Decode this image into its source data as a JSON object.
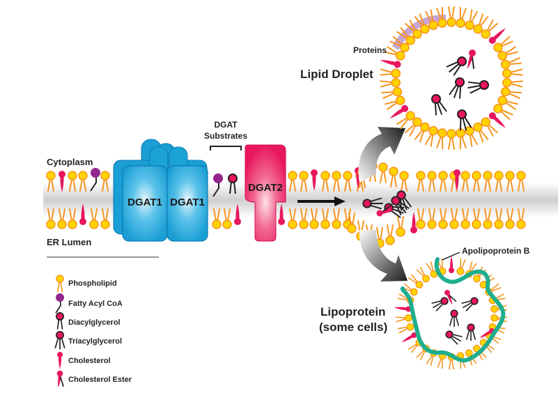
{
  "diagram": {
    "title": "DGAT enzymes in triacylglycerol synthesis and lipid droplet / lipoprotein formation",
    "compartments": {
      "cytoplasm": "Cytoplasm",
      "er_lumen": "ER Lumen"
    },
    "enzymes": {
      "dgat1_left": "DGAT1",
      "dgat1_right": "DGAT1",
      "dgat2": "DGAT2"
    },
    "substrates_label_line1": "DGAT",
    "substrates_label_line2": "Substrates",
    "lipid_droplet": {
      "title": "Lipid Droplet",
      "proteins_label": "Proteins"
    },
    "lipoprotein": {
      "title_line1": "Lipoprotein",
      "title_line2": "(some cells)",
      "apob_label": "Apolipoprotein B"
    },
    "legend": [
      {
        "icon": "phospholipid-icon",
        "label": "Phospholipid"
      },
      {
        "icon": "fatty-acyl-coa-icon",
        "label": "Fatty Acyl CoA"
      },
      {
        "icon": "diacylglycerol-icon",
        "label": "Diacylglycerol"
      },
      {
        "icon": "triacylglycerol-icon",
        "label": "Triacylglycerol"
      },
      {
        "icon": "cholesterol-icon",
        "label": "Cholesterol"
      },
      {
        "icon": "cholesterol-ester-icon",
        "label": "Cholesterol Ester"
      }
    ],
    "colors": {
      "phospholipid_head": "#ffd200",
      "phospholipid_rim": "#f7941d",
      "phospholipid_tail": "#f7941d",
      "cholesterol": "#e8175d",
      "fatty_acyl_coa": "#92278f",
      "dag_tag_line": "#231f20",
      "dgat1": "#1ca3d6",
      "dgat1_dark": "#0e7bb2",
      "dgat2": "#ec1c5b",
      "membrane_core": "#d4d4d4",
      "proteins_cap": "#c9a5d3",
      "apob": "#1fae8e"
    }
  }
}
